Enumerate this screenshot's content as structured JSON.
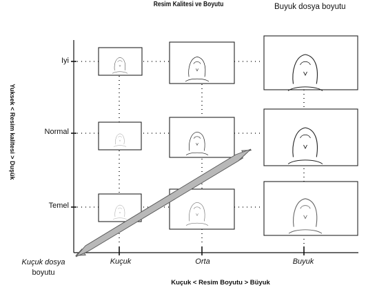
{
  "title": "Resim Kalitesi ve Boyutu",
  "corner_note": "Buyuk dosya boyutu",
  "y_axis_label": "Yuksek < Resim kalitesi > Duşük",
  "x_axis_label": "Kuçuk < Resim Boyutu > Büyuk",
  "origin_label": {
    "line1": "Kuçuk dosya",
    "line2": "boyutu"
  },
  "rows": [
    {
      "label": "Iyi"
    },
    {
      "label": "Normal"
    },
    {
      "label": "Temel"
    }
  ],
  "columns": [
    {
      "label": "Kuçuk"
    },
    {
      "label": "Orta"
    },
    {
      "label": "Buyuk"
    }
  ],
  "colors": {
    "ink": "#111111",
    "arrow_fill": "#b8b8b8",
    "arrow_edge": "#555555"
  },
  "icons": [
    "double-headed-diagonal-arrow",
    "person-sketch"
  ]
}
